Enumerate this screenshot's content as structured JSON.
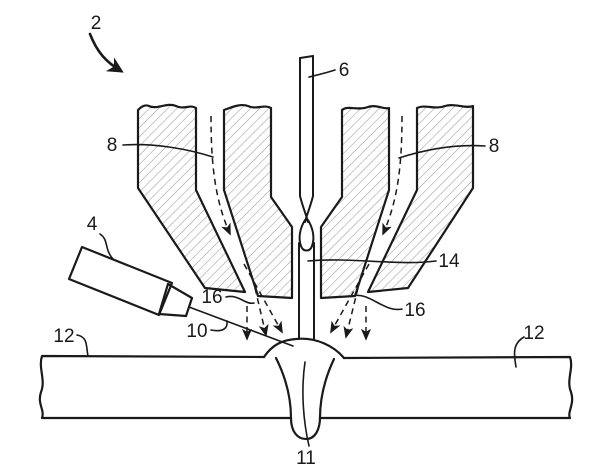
{
  "figure": {
    "kind": "patent-line-drawing",
    "subject": "welding apparatus cross-section with laser, filler wire, gas nozzles, workpieces and weld bead",
    "background_color": "#ffffff",
    "line_color": "#1a1a1a",
    "hatch_color": "#9a9a9a"
  },
  "labels": {
    "apparatus": "2",
    "laser_device": "4",
    "filler_wire": "6",
    "nozzle_left": "8",
    "nozzle_right": "8",
    "laser_beam": "10",
    "weld_bead": "11",
    "workpiece_left": "12",
    "workpiece_right": "12",
    "contact_tip": "14",
    "gas_flow_left": "16",
    "gas_flow_right": "16"
  }
}
